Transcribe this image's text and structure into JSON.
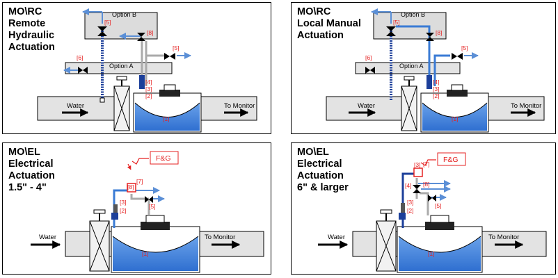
{
  "panels": [
    {
      "title": "MO\\RC\nRemote\nHydraulic\nActuation",
      "labels": {
        "water": "Water",
        "monitor": "To Monitor",
        "option_b": "Option B",
        "option_a": "Option A"
      },
      "nums": [
        "[1]",
        "[2]",
        "[3]",
        "[4]",
        "[5]",
        "[5]",
        "[6]",
        "[8]"
      ]
    },
    {
      "title": "MO\\RC\nLocal Manual\nActuation",
      "labels": {
        "water": "Water",
        "monitor": "To Monitor",
        "option_b": "Option B",
        "option_a": "Option A"
      },
      "nums": [
        "[1]",
        "[2]",
        "[3]",
        "[4]",
        "[5]",
        "[5]",
        "[6]",
        "[8]"
      ]
    },
    {
      "title": "MO\\EL\nElectrical\nActuation\n1.5\" - 4\"",
      "labels": {
        "water": "Water",
        "monitor": "To Monitor",
        "fg": "F&G"
      },
      "nums": [
        "[1]",
        "[2]",
        "[3]",
        "[5]",
        "[7]",
        "[8]"
      ]
    },
    {
      "title": "MO\\EL\nElectrical\nActuation\n6\" & larger",
      "labels": {
        "water": "Water",
        "monitor": "To Monitor",
        "fg": "F&G"
      },
      "nums": [
        "[1]",
        "[2]",
        "[3]",
        "[3]",
        "[4]",
        "[5]",
        "[7]",
        "[8]"
      ]
    }
  ],
  "colors": {
    "water_blue": "#3a7bd5",
    "dark_blue": "#1c3f9a",
    "arrow_blue": "#5b8fd6",
    "label_red": "#e52222",
    "pipe_gray": "#e3e3e3",
    "box_gray": "#dcdcdc"
  }
}
